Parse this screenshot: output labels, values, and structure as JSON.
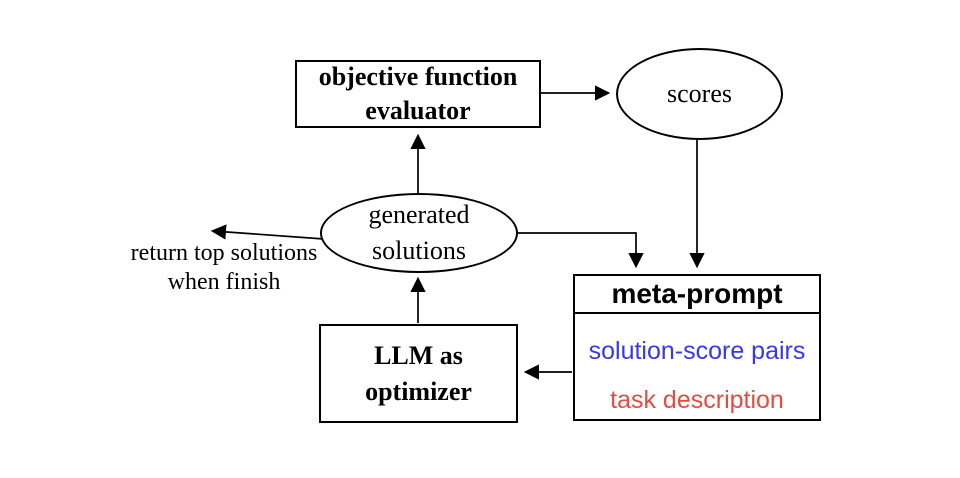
{
  "nodes": {
    "evaluator": {
      "label": "objective function evaluator"
    },
    "scores": {
      "label": "scores"
    },
    "generated_solutions": {
      "label": "generated solutions"
    },
    "llm_optimizer": {
      "label": "LLM as optimizer"
    },
    "meta_prompt": {
      "title": "meta-prompt",
      "items": [
        {
          "label": "solution-score pairs",
          "color": "#3a35f0"
        },
        {
          "label": "task description",
          "color": "#e94a3f"
        }
      ]
    },
    "return_note": {
      "label": "return top solutions when finish"
    }
  },
  "edges": [
    {
      "from": "objective function evaluator",
      "to": "scores"
    },
    {
      "from": "scores",
      "to": "meta-prompt"
    },
    {
      "from": "generated solutions",
      "to": "objective function evaluator"
    },
    {
      "from": "generated solutions",
      "to": "meta-prompt"
    },
    {
      "from": "meta-prompt",
      "to": "LLM as optimizer"
    },
    {
      "from": "LLM as optimizer",
      "to": "generated solutions"
    },
    {
      "from": "generated solutions",
      "to": "return top solutions when finish"
    }
  ],
  "colors": {
    "background": "#ffffff",
    "stroke": "#000000",
    "text": "#000000",
    "solution_score_pairs": "#3a35f0",
    "task_description": "#e94a3f"
  }
}
